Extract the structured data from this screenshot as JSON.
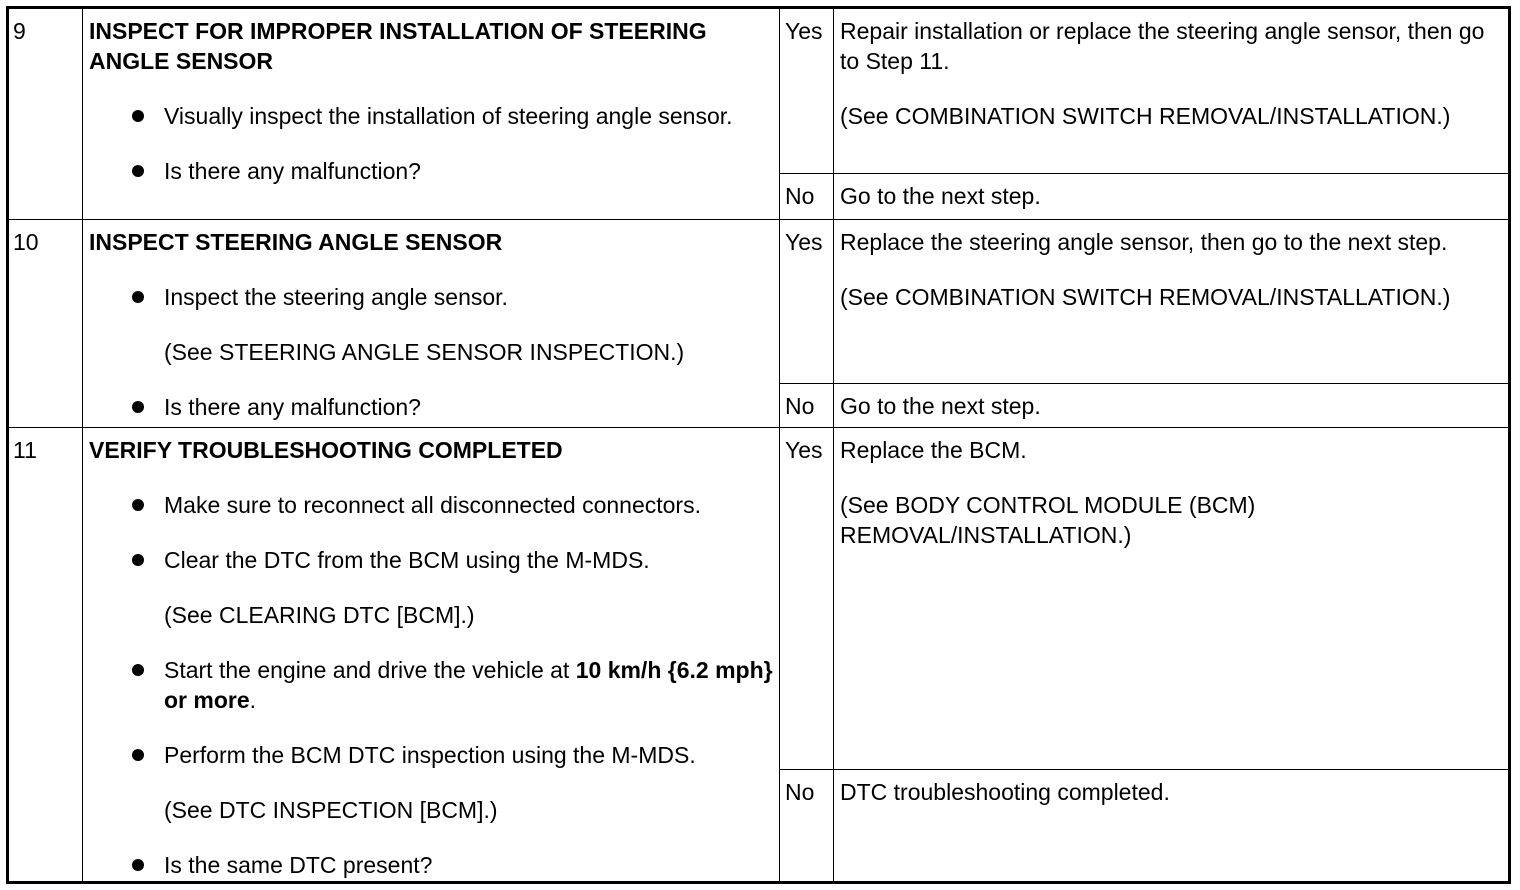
{
  "steps": {
    "s9": {
      "number": "9",
      "title": "INSPECT FOR IMPROPER INSTALLATION OF STEERING ANGLE SENSOR",
      "bullet1": "Visually inspect the installation of steering angle sensor.",
      "bullet2": "Is there any malfunction?",
      "yes_label": "Yes",
      "yes_action": "Repair installation or replace the steering angle sensor, then go to Step 11.",
      "yes_ref": "(See COMBINATION SWITCH REMOVAL/INSTALLATION.)",
      "no_label": "No",
      "no_action": "Go to the next step."
    },
    "s10": {
      "number": "10",
      "title": "INSPECT STEERING ANGLE SENSOR",
      "bullet1": "Inspect the steering angle sensor.",
      "ref1": "(See STEERING ANGLE SENSOR INSPECTION.)",
      "bullet2": "Is there any malfunction?",
      "yes_label": "Yes",
      "yes_action": "Replace the steering angle sensor, then go to the next step.",
      "yes_ref": "(See COMBINATION SWITCH REMOVAL/INSTALLATION.)",
      "no_label": "No",
      "no_action": "Go to the next step."
    },
    "s11": {
      "number": "11",
      "title": "VERIFY TROUBLESHOOTING COMPLETED",
      "bullet1": "Make sure to reconnect all disconnected connectors.",
      "bullet2": "Clear the DTC from the BCM using the M-MDS.",
      "ref2": "(See CLEARING DTC [BCM].)",
      "bullet3_pre": "Start the engine and drive the vehicle at ",
      "bullet3_bold": "10 km/h {6.2 mph} or more",
      "bullet3_post": ".",
      "bullet4": "Perform the BCM DTC inspection using the M-MDS.",
      "ref4": "(See DTC INSPECTION [BCM].)",
      "bullet5": "Is the same DTC present?",
      "yes_label": "Yes",
      "yes_action": "Replace the BCM.",
      "yes_ref": "(See BODY CONTROL MODULE (BCM) REMOVAL/INSTALLATION.)",
      "no_label": "No",
      "no_action": "DTC troubleshooting completed."
    }
  }
}
